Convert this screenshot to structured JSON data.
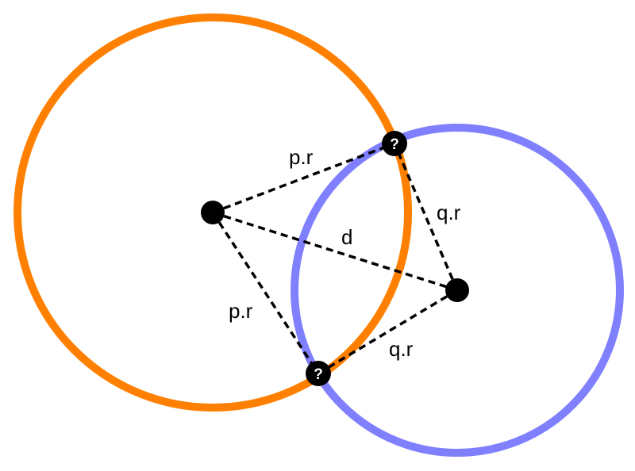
{
  "colors": {
    "circle_p": "#ff8000",
    "circle_q": "#8080ff",
    "ink": "#000000"
  },
  "labels": {
    "p_r_top": "p.r",
    "p_r_bottom": "p.r",
    "q_r_top": "q.r",
    "q_r_bottom": "q.r",
    "d": "d",
    "intersection_top": "?",
    "intersection_bottom": "?"
  }
}
